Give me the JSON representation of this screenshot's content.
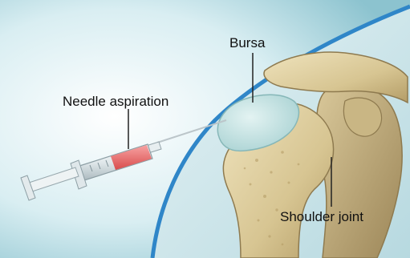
{
  "labels": {
    "bursa": "Bursa",
    "needle_aspiration": "Needle aspiration",
    "shoulder_joint": "Shoulder joint"
  },
  "colors": {
    "skin_outline": "#2f86c8",
    "bone": "#d8c79a",
    "bursa": "#bfe0e0",
    "syringe_fluid": "#e86f6f",
    "label_text": "#111111"
  }
}
